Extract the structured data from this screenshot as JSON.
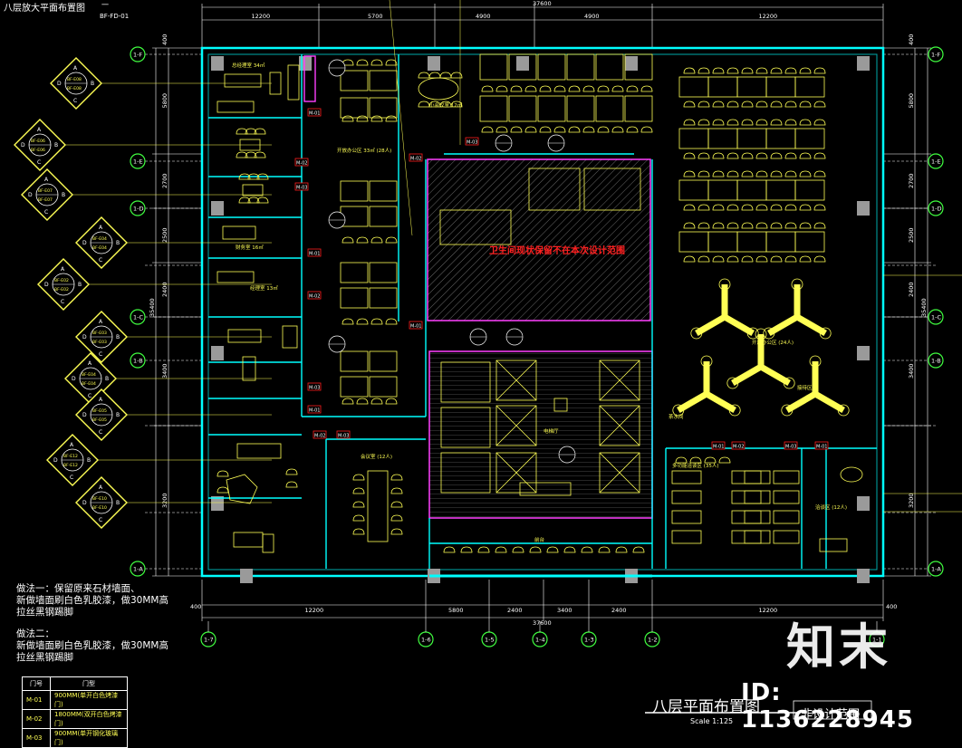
{
  "header": {
    "title": "八层放大平面布置图",
    "tag": "一",
    "sub": "BF-FD-01"
  },
  "dims": {
    "top_total": "37600",
    "top_segments": [
      "12200",
      "5700",
      "4900",
      "4900",
      "12200"
    ],
    "bottom_total": "37600",
    "bottom_segments": [
      "12200",
      "5800",
      "2400",
      "3400",
      "2400",
      "12200"
    ],
    "left_segments": [
      "5800",
      "2700",
      "2500",
      "2400",
      "3400",
      "3200"
    ],
    "left_total": "35400",
    "right_segments": [
      "5800",
      "2700",
      "2500",
      "2400",
      "3400",
      "3200"
    ],
    "right_total": "35400",
    "edge": "400"
  },
  "axes": {
    "left": [
      "1-F",
      "1-E",
      "1-D",
      "1-C",
      "1-B",
      "1-A"
    ],
    "right": [
      "1-F",
      "1-E",
      "1-D",
      "1-C",
      "1-B",
      "1-A"
    ],
    "bottom": [
      "1-7",
      "1-6",
      "1-5",
      "1-4",
      "1-3",
      "1-2",
      "1-1"
    ]
  },
  "markers": [
    {
      "a": "A",
      "b": "B",
      "c": "C",
      "d": "D",
      "ref": "BF-E08"
    },
    {
      "a": "A",
      "b": "B",
      "c": "C",
      "d": "D",
      "ref": "BF-E06"
    },
    {
      "a": "A",
      "b": "B",
      "c": "C",
      "d": "D",
      "ref": "BF-E07"
    },
    {
      "a": "A",
      "b": "B",
      "c": "C",
      "d": "D",
      "ref": "BF-E04"
    },
    {
      "a": "A",
      "b": "B",
      "c": "C",
      "d": "D",
      "ref": "BF-E02"
    },
    {
      "a": "A",
      "b": "B",
      "c": "C",
      "d": "D",
      "ref": "BF-E03"
    },
    {
      "a": "A",
      "b": "B",
      "c": "C",
      "d": "D",
      "ref": "BF-E04"
    },
    {
      "a": "A",
      "b": "B",
      "c": "C",
      "d": "D",
      "ref": "BF-E05"
    },
    {
      "a": "A",
      "b": "B",
      "c": "C",
      "d": "D",
      "ref": "BF-E12"
    },
    {
      "a": "A",
      "b": "B",
      "c": "C",
      "d": "D",
      "ref": "BF-E10"
    }
  ],
  "rooms": [
    "开放办公区 33㎡ (28人)",
    "小会议室 12㎡",
    "总经理室 34㎡",
    "开放办公区 (24人)",
    "会议室 (12人)",
    "多功能洽谈区 (35人)",
    "接待区",
    "前台",
    "电梯厅",
    "茶水间",
    "洽谈区 (12人)",
    "财务室 16㎡",
    "经理室 13㎡"
  ],
  "red_note": "卫生间现状保留不在本次设计范围",
  "notes": {
    "n1": [
      "做法一：保留原来石材墙面、",
      "新做墙面刷白色乳胶漆，做30MM高",
      "拉丝黑钢踢脚"
    ],
    "n2": [
      "做法二：",
      "新做墙面刷白色乳胶漆，做30MM高",
      "拉丝黑钢踢脚"
    ]
  },
  "legend": {
    "headers": [
      "门号",
      "门型"
    ],
    "rows": [
      [
        "M-01",
        "900MM(单开白色烤漆门)"
      ],
      [
        "M-02",
        "1800MM(双开白色烤漆门)"
      ],
      [
        "M-03",
        "900MM(单开钢化玻璃门)"
      ]
    ]
  },
  "door_tags": [
    "M-01",
    "M-02",
    "M-03"
  ],
  "title_block": {
    "main": "八层平面布置图",
    "scale": "Scale 1:125",
    "non_design": "非设计范围"
  },
  "logo": {
    "mark": "知末",
    "id": "ID: 1136228945"
  },
  "colors": {
    "background": "#000000",
    "wall": "#00ffff",
    "furniture": "#ffff55",
    "dimension": "#ffffff",
    "door": "#ff40ff",
    "red": "#ff2020",
    "green_marker": "#40ff40",
    "core_hatch": "#808080"
  }
}
